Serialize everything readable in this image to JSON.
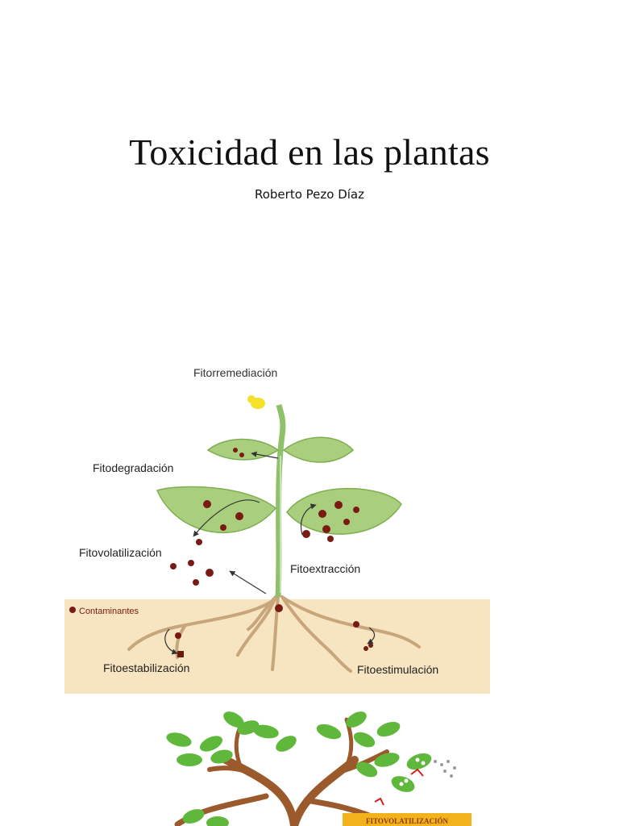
{
  "document": {
    "title": "Toxicidad en las plantas",
    "author": "Roberto Pezo Díaz"
  },
  "figure1": {
    "labels": {
      "heading": "Fitorremediación",
      "degradation": "Fitodegradación",
      "volatilization": "Fitovolatilización",
      "extraction": "Fitoextracción",
      "contaminants": "Contaminantes",
      "stabilization": "Fitoestabilización",
      "stimulation": "Fitoestimulación"
    },
    "colors": {
      "leaf": "#a9cf7e",
      "leaf_outline": "#7fae4f",
      "stem": "#8fc06a",
      "soil": "#f7e4c0",
      "root": "#c8a67c",
      "contaminant": "#7a1a14",
      "flower": "#f3e12a"
    }
  },
  "figure2": {
    "banner": "FITOVOLATILIZACIÓN",
    "colors": {
      "leaf": "#5fb83c",
      "trunk": "#9b5a2b",
      "banner": "#f2b21b"
    }
  }
}
